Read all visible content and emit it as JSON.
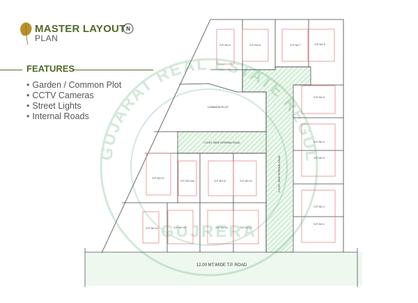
{
  "header": {
    "title_line1": "MASTER LAYOUT",
    "title_line2": "PLAN",
    "north_label": "N"
  },
  "features": {
    "heading": "FEATURES",
    "items": [
      "Garden / Common Plot",
      "CCTV Cameras",
      "Street Lights",
      "Internal Roads"
    ]
  },
  "plan": {
    "common_plot": "COMMON PLOT",
    "internal_road_h": "7.13 MT.  WIDE INTERNAL ROAD",
    "internal_road_v": "9.00 MT.  WIDE INTERNAL ROAD",
    "main_road": "12.00 MT.WIDE  T.P. ROAD",
    "plots": [
      "S.P. NO 9",
      "S.P. NO 8",
      "S.P. NO 7",
      "S.P. NO 6",
      "S.P. NO 5",
      "S.P. NO 4",
      "S.P. NO 3",
      "S.P. NO 2",
      "S.P. NO 1",
      "S.P. NO 12",
      "S.P. NO 12A",
      "S.P. NO 11",
      "S.P. NO 10",
      "S.P. NO 14",
      "S.P. NO 15",
      "S.P. NO 16",
      "S.P. NO 17"
    ]
  },
  "watermark": {
    "text": "GUJARAT REAL ESTATE REGULATORY AUTHORITY",
    "bottom": "GUJRERA"
  },
  "colors": {
    "accent": "#4f6b2a",
    "road": "#8fd49a",
    "plot_outline": "#e07a7a",
    "lines": "#444444"
  }
}
